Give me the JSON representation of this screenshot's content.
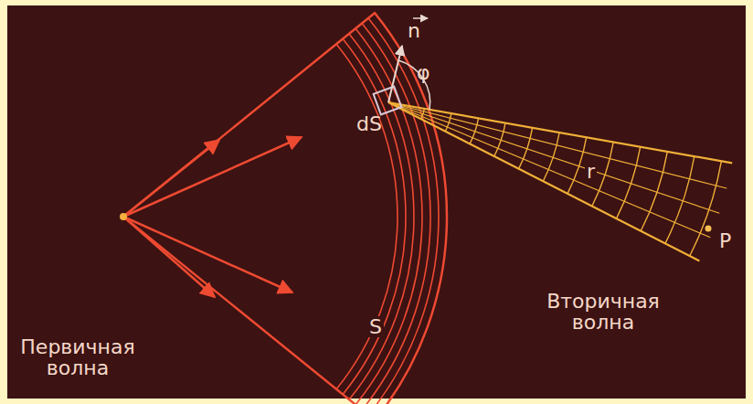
{
  "diagram": {
    "labels": [
      "n",
      "φ",
      "dS",
      "r",
      "P",
      "S",
      "Первичная волна",
      "Вторичная волна"
    ]
  }
}
